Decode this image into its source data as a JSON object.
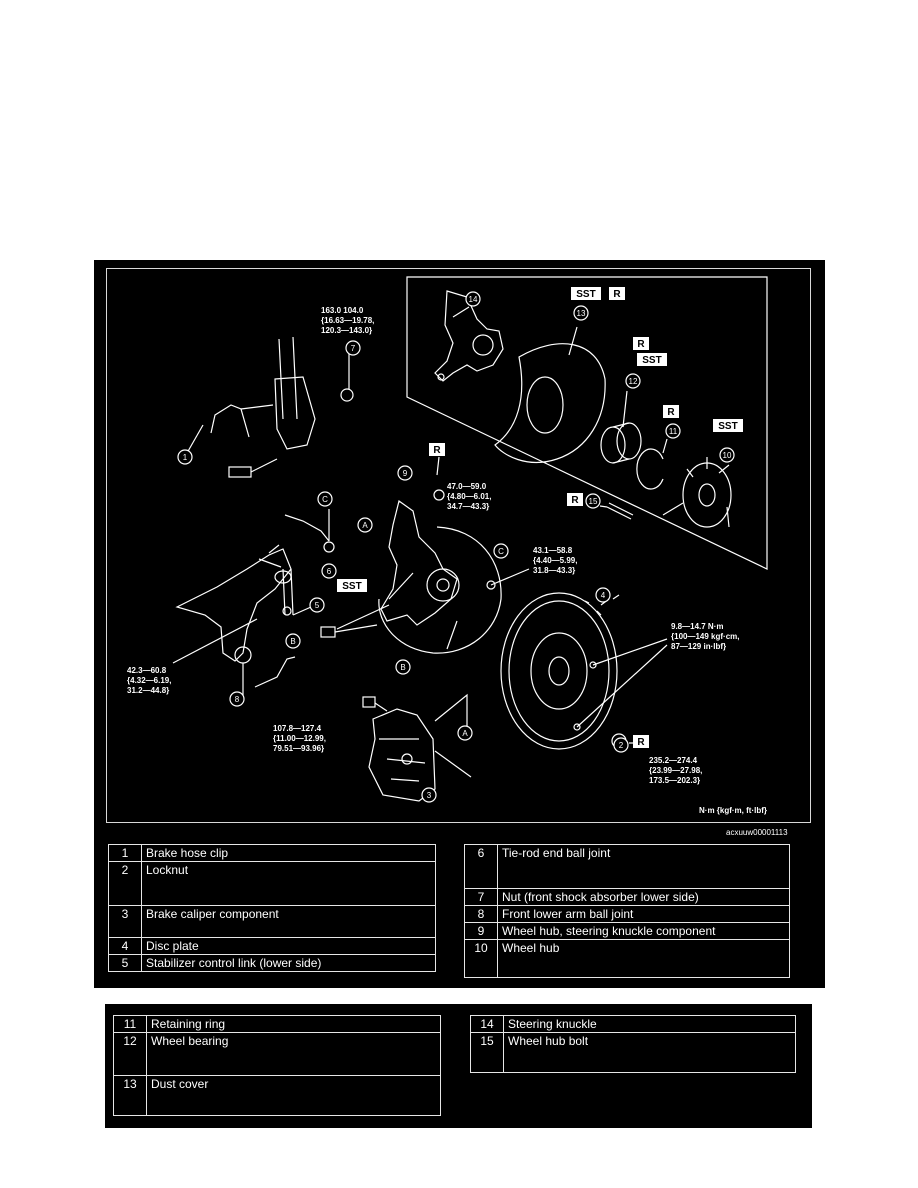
{
  "diagram": {
    "callouts": {
      "c1": "1",
      "c2": "2",
      "c3": "3",
      "c4": "4",
      "c5": "5",
      "c6": "6",
      "c7": "7",
      "c8": "8",
      "c9": "9",
      "c10": "10",
      "c11": "11",
      "c12": "12",
      "c13": "13",
      "c14": "14",
      "c15": "15"
    },
    "tags": {
      "sst": "SST",
      "r": "R",
      "a": "A",
      "b": "B",
      "c": "C"
    },
    "torque": {
      "t7": [
        "163.0   104.0",
        "{16.63—19.78,",
        "120.3—143.0}"
      ],
      "t_knuckle": [
        "47.0—59.0",
        "{4.80—6.01,",
        "34.7—43.3}"
      ],
      "t_link": [
        "43.1—58.8",
        "{4.40—5.99,",
        "31.8—43.3}"
      ],
      "t_screw": [
        "9.8—14.7 N·m",
        "{100—149 kgf·cm,",
        "87—129 in·lbf}"
      ],
      "t_arm": [
        "42.3—60.8",
        "{4.32—6.19,",
        "31.2—44.8}"
      ],
      "t_caliper": [
        "107.8—127.4",
        "{11.00—12.99,",
        "79.51—93.96}"
      ],
      "t_locknut": [
        "235.2—274.4",
        "{23.99—27.98,",
        "173.5—202.3}"
      ]
    },
    "units": "N·m {kgf·m, ft·lbf}",
    "image_code": "acxuuw00001113"
  },
  "table_left": [
    {
      "num": "1",
      "name": "Brake hose clip"
    },
    {
      "num": "2",
      "name": "Locknut"
    },
    {
      "num": "3",
      "name": "Brake caliper component"
    },
    {
      "num": "4",
      "name": "Disc plate"
    },
    {
      "num": "5",
      "name": "Stabilizer control link (lower side)"
    }
  ],
  "table_right": [
    {
      "num": "6",
      "name": "Tie-rod end ball joint"
    },
    {
      "num": "7",
      "name": "Nut (front shock absorber lower side)"
    },
    {
      "num": "8",
      "name": "Front lower arm ball joint"
    },
    {
      "num": "9",
      "name": "Wheel hub, steering knuckle component"
    },
    {
      "num": "10",
      "name": "Wheel hub"
    }
  ],
  "table_bottom_left": [
    {
      "num": "11",
      "name": "Retaining ring"
    },
    {
      "num": "12",
      "name": "Wheel bearing"
    },
    {
      "num": "13",
      "name": "Dust cover"
    }
  ],
  "table_bottom_right": [
    {
      "num": "14",
      "name": "Steering knuckle"
    },
    {
      "num": "15",
      "name": "Wheel hub bolt"
    }
  ]
}
